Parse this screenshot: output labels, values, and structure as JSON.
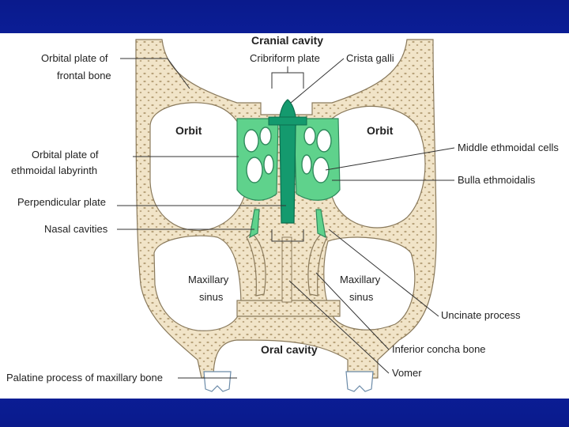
{
  "colors": {
    "background_blue": "#1030c8",
    "bone": "#f1e4c8",
    "bone_outline": "#8a7a5c",
    "ethmoid_green": "#5fd28c",
    "ethmoid_dark": "#149a6e"
  },
  "labels": {
    "cranial_cavity": "Cranial cavity",
    "cribriform_plate": "Cribriform plate",
    "crista_galli": "Crista galli",
    "orbital_plate_frontal_1": "Orbital plate of",
    "orbital_plate_frontal_2": "frontal bone",
    "orbit_left": "Orbit",
    "orbit_right": "Orbit",
    "orbital_plate_ethmoid_1": "Orbital plate of",
    "orbital_plate_ethmoid_2": "ethmoidal labyrinth",
    "middle_ethmoidal_cells": "Middle ethmoidal cells",
    "bulla_ethmoidalis": "Bulla ethmoidalis",
    "perpendicular_plate": "Perpendicular plate",
    "nasal_cavities": "Nasal cavities",
    "maxillary_sinus_left_1": "Maxillary",
    "maxillary_sinus_left_2": "sinus",
    "maxillary_sinus_right_1": "Maxillary",
    "maxillary_sinus_right_2": "sinus",
    "uncinate_process": "Uncinate process",
    "oral_cavity": "Oral cavity",
    "inferior_concha": "Inferior concha bone",
    "palatine_process": "Palatine process of maxillary bone",
    "vomer": "Vomer"
  }
}
